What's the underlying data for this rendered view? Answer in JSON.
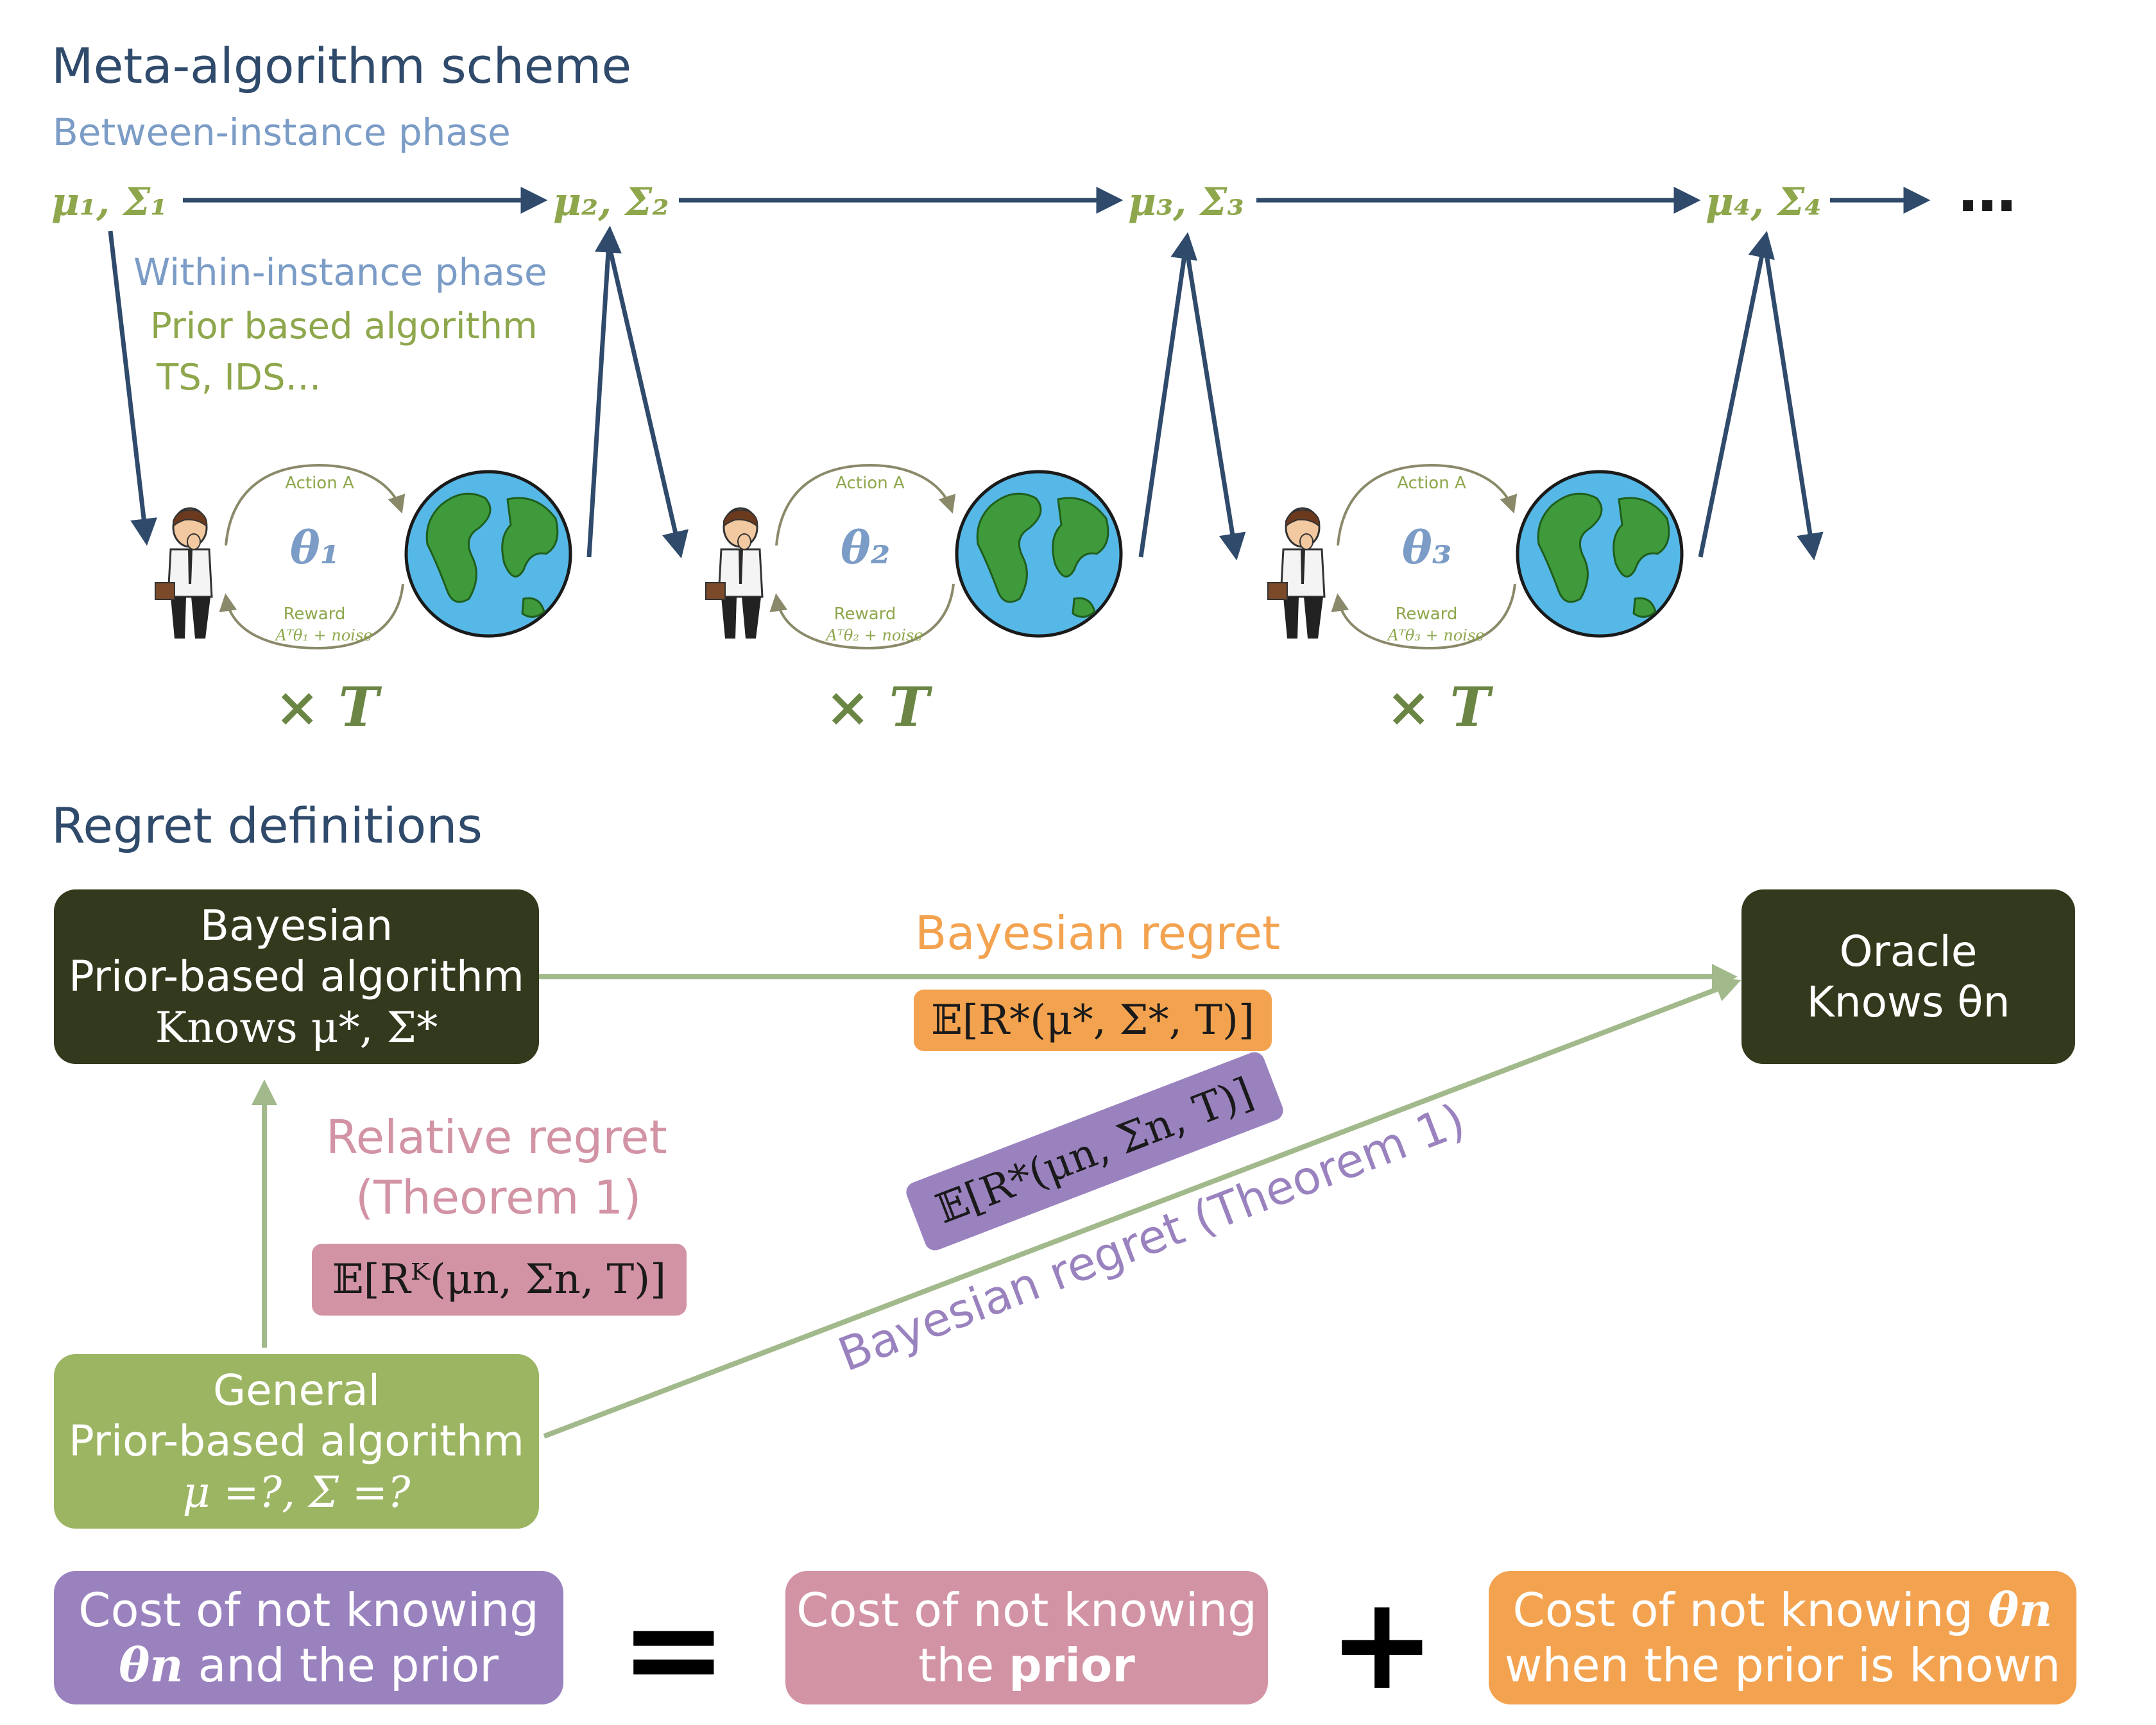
{
  "header": {
    "title": "Meta-algorithm scheme",
    "between_phase": "Between-instance phase",
    "within_phase": "Within-instance phase",
    "prior_algo": "Prior based algorithm",
    "examples": "TS, IDS…",
    "ellipsis": "…"
  },
  "between_nodes": [
    "μ₁, Σ₁",
    "μ₂, Σ₂",
    "μ₃, Σ₃",
    "μ₄, Σ₄"
  ],
  "instances": [
    {
      "theta": "θ₁",
      "action": "Action A",
      "reward": "Reward",
      "reward_formula": "Aᵀθ₁ + noise",
      "repeat": "× T"
    },
    {
      "theta": "θ₂",
      "action": "Action A",
      "reward": "Reward",
      "reward_formula": "Aᵀθ₂ + noise",
      "repeat": "× T"
    },
    {
      "theta": "θ₃",
      "action": "Action A",
      "reward": "Reward",
      "reward_formula": "Aᵀθ₃ + noise",
      "repeat": "× T"
    }
  ],
  "regret": {
    "title": "Regret definitions",
    "bayesian_box": {
      "line1": "Bayesian",
      "line2": "Prior-based algorithm",
      "line3": "Knows  μ*, Σ*"
    },
    "oracle_box": {
      "line1": "Oracle",
      "line2": "Knows  θn"
    },
    "general_box": {
      "line1": "General",
      "line2": "Prior-based algorithm",
      "line3": "μ =?, Σ =?"
    },
    "bayesian_regret_label": "Bayesian regret",
    "bayesian_regret_formula": "𝔼[R*(μ*, Σ*, T)]",
    "relative_regret_label1": "Relative regret",
    "relative_regret_label2": "(Theorem 1)",
    "relative_regret_formula": "𝔼[Rᴷ(μn, Σn, T)]",
    "bayes_thm_label": "Bayesian regret (Theorem 1)",
    "bayes_thm_formula": "𝔼[R*(μn, Σn, T)]"
  },
  "costs": {
    "total": {
      "line1": "Cost of not knowing",
      "line2_sym": "θn",
      "line2_text": " and the prior"
    },
    "equals": "=",
    "prior": {
      "line1": "Cost of not knowing",
      "line2_text": "the ",
      "line2_bold": "prior"
    },
    "plus": "+",
    "theta": {
      "line1_text": "Cost of not knowing ",
      "line1_sym": "θn",
      "line2": "when the prior is known"
    }
  },
  "colors": {
    "title": "#2f4a6b",
    "between": "#7b9cc6",
    "green": "#8ea74c",
    "arrow": "#2f4a6b",
    "dark_box": "#33391c",
    "green_box": "#9cb562",
    "purple": "#9a82bf",
    "pink": "#d293a4",
    "orange": "#f3a350",
    "regret_arrow": "#a2b98b"
  }
}
